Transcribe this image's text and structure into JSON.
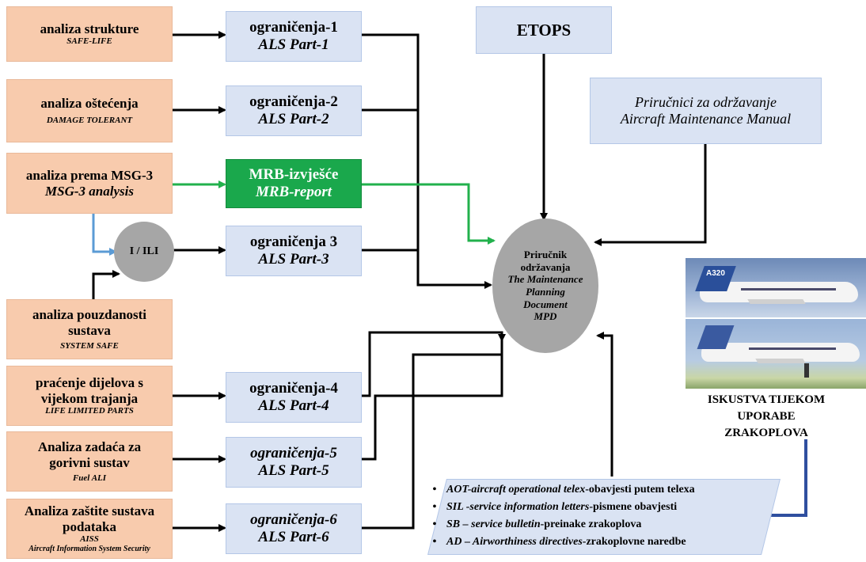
{
  "sources": [
    {
      "title": "analiza strukture",
      "sub": "SAFE-LIFE"
    },
    {
      "title": "analiza oštećenja",
      "sub": "DAMAGE TOLERANT"
    },
    {
      "title": "analiza prema MSG-3",
      "sub": "MSG-3 analysis"
    },
    {
      "title": "analiza pouzdanosti sustava",
      "sub": "SYSTEM SAFE"
    },
    {
      "title": "praćenje dijelova s vijekom trajanja",
      "sub": "LIFE LIMITED PARTS"
    },
    {
      "title": "Analiza zadaća za gorivni sustav",
      "sub": "Fuel ALI"
    },
    {
      "title": "Analiza zaštite sustava podataka",
      "sub": "AISS",
      "sub2": "Aircraft Information System Security"
    }
  ],
  "limits": [
    {
      "line1": "ograničenja-1",
      "line2": "ALS Part-1"
    },
    {
      "line1": "ograničenja-2",
      "line2": "ALS Part-2"
    },
    {
      "line1": "ograničenja 3",
      "line2": "ALS Part-3"
    },
    {
      "line1": "ograničenja-4",
      "line2": "ALS Part-4"
    },
    {
      "line1": "ograničenja-5",
      "line2": "ALS Part-5"
    },
    {
      "line1": "ograničenja-6",
      "line2": "ALS Part-6"
    }
  ],
  "mrb": {
    "line1": "MRB-izvješće",
    "line2": "MRB-report"
  },
  "or_node": "I / ILI",
  "etops": "ETOPS",
  "manuals": {
    "line1": "Priručnici za održavanje",
    "line2": "Aircraft Maintenance Manual"
  },
  "mpd": {
    "l1": "Priručnik",
    "l2": "održavanja",
    "l3": "The Maintenance",
    "l4": "Planning",
    "l5": "Document",
    "l6": "MPD"
  },
  "experience": {
    "l1": "ISKUSTVA TIJEKOM",
    "l2": "UPORABE",
    "l3": "ZRAKOPLOVA"
  },
  "plane_tail_label": "A320",
  "notices": [
    {
      "abbr": "AOT-aircraft operational telex",
      "rest": "-obavjesti putem telexa"
    },
    {
      "abbr": "SIL -service information letters",
      "rest": "-pismene obavjesti"
    },
    {
      "abbr": "SB – service bulletin",
      "rest": "-preinake zrakoplova"
    },
    {
      "abbr": "AD – Airworthiness directives",
      "rest": "-zrakoplovne naredbe"
    }
  ],
  "bullet_char": "•",
  "colors": {
    "source_fill": "#f8cbad",
    "limit_fill": "#dae3f3",
    "mrb_fill": "#1aa84c",
    "node_fill": "#a6a6a6",
    "arrow_black": "#000000",
    "arrow_green": "#22b14c",
    "arrow_blue": "#5b9bd5",
    "arrow_dark_blue": "#2f4f9f"
  }
}
